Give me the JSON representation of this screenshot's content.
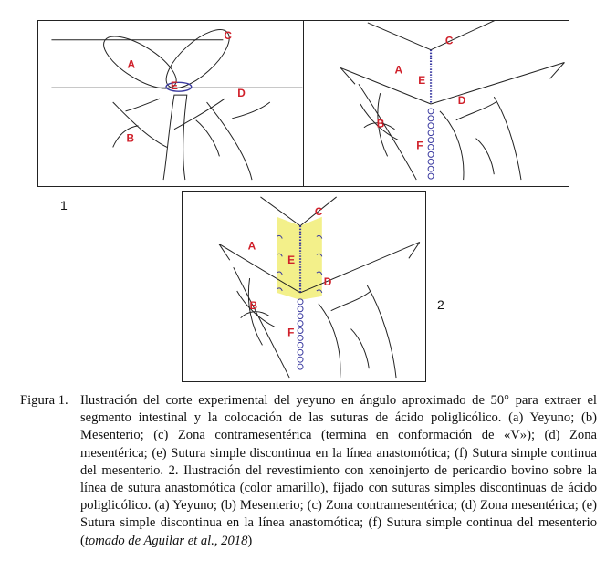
{
  "panels": {
    "p1": {
      "labels": {
        "A": "A",
        "B": "B",
        "C": "C",
        "D": "D",
        "E": "E"
      }
    },
    "p2": {
      "labels": {
        "A": "A",
        "B": "B",
        "C": "C",
        "D": "D",
        "E": "E",
        "F": "F"
      }
    },
    "p3": {
      "labels": {
        "A": "A",
        "B": "B",
        "C": "C",
        "D": "D",
        "E": "E",
        "F": "F"
      }
    }
  },
  "figure_numbers": {
    "one": "1",
    "two": "2"
  },
  "caption": {
    "lead": "Figura 1.",
    "text": "Ilustración del corte experimental del yeyuno en ángulo aproximado de 50° para extraer el segmento intestinal y la colocación de las suturas de ácido poliglicólico. (a) Yeyuno; (b) Mesenterio; (c) Zona contramesentérica (termina en conformación de «V»); (d) Zona mesentérica; (e) Sutura simple discontinua en la línea anastomótica; (f) Sutura simple continua del mesenterio. 2. Ilustración del revestimiento con xenoinjerto de pericardio bovino sobre la línea de sutura anastomótica (color amarillo), fijado con suturas simples discontinuas de ácido poliglicólico. (a) Yeyuno; (b) Mesenterio; (c) Zona contramesentérica; (d) Zona mesentérica; (e) Sutura simple discontinua en la línea anastomótica; (f) Sutura simple continua del mesenterio (",
    "source": "tomado de Aguilar et al., 2018",
    "close": ")"
  },
  "colors": {
    "label": "#d0202a",
    "suture": "#3a3aa0",
    "graft": "#f3f08a",
    "line": "#222222"
  }
}
